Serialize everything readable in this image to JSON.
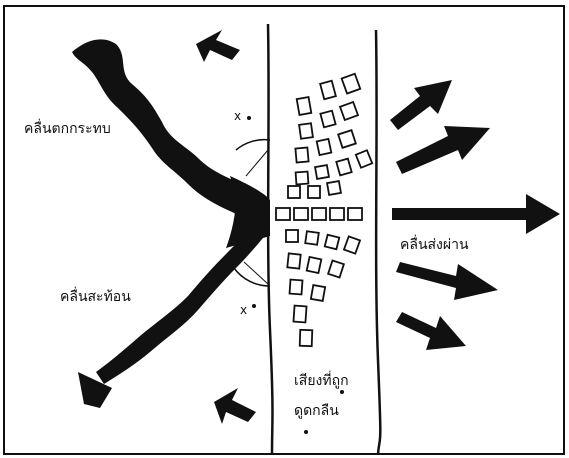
{
  "labels": {
    "incident": "คลื่นตกกระทบ",
    "reflected": "คลื่นสะท้อน",
    "transmitted": "คลื่นส่งผ่าน",
    "sound_blocked": "เสียงที่ถูก",
    "absorbed": "ดูดกลืน",
    "x_mark_top": "x",
    "x_mark_bottom": "x"
  },
  "colors": {
    "ink": "#111111",
    "paper": "#ffffff"
  }
}
